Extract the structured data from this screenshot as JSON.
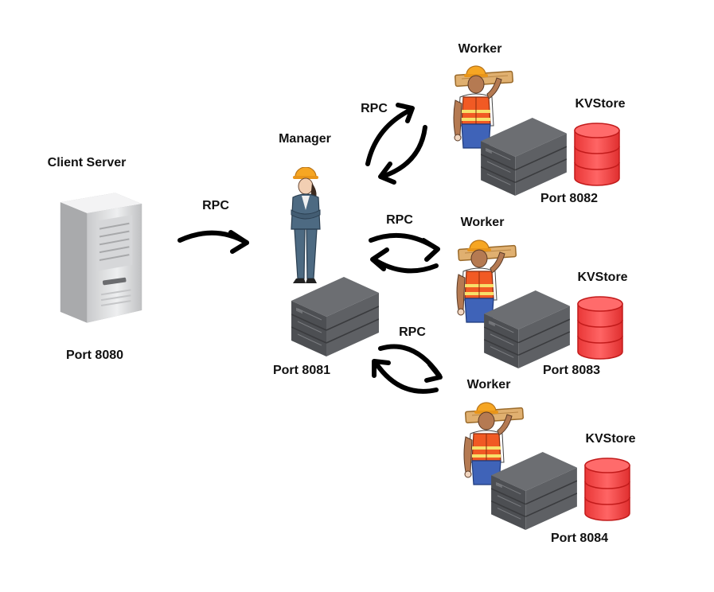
{
  "colors": {
    "arrow": "#000000",
    "db_fill": "#ff4d4f",
    "db_stroke": "#c21b1b",
    "server_dark": "#5a5c60",
    "tower_light": "#e4e5e7",
    "vest": "#f15a24",
    "hardhat": "#f6a623",
    "suit": "#4d6a82"
  },
  "client": {
    "title": "Client Server",
    "port": "Port 8080",
    "icon": "tower-server-icon"
  },
  "manager": {
    "title": "Manager",
    "port": "Port 8081",
    "icon": "manager-person-icon"
  },
  "rpc_label": "RPC",
  "workers": [
    {
      "title": "Worker",
      "store": "KVStore",
      "port": "Port 8082"
    },
    {
      "title": "Worker",
      "store": "KVStore",
      "port": "Port 8083"
    },
    {
      "title": "Worker",
      "store": "KVStore",
      "port": "Port 8084"
    }
  ]
}
